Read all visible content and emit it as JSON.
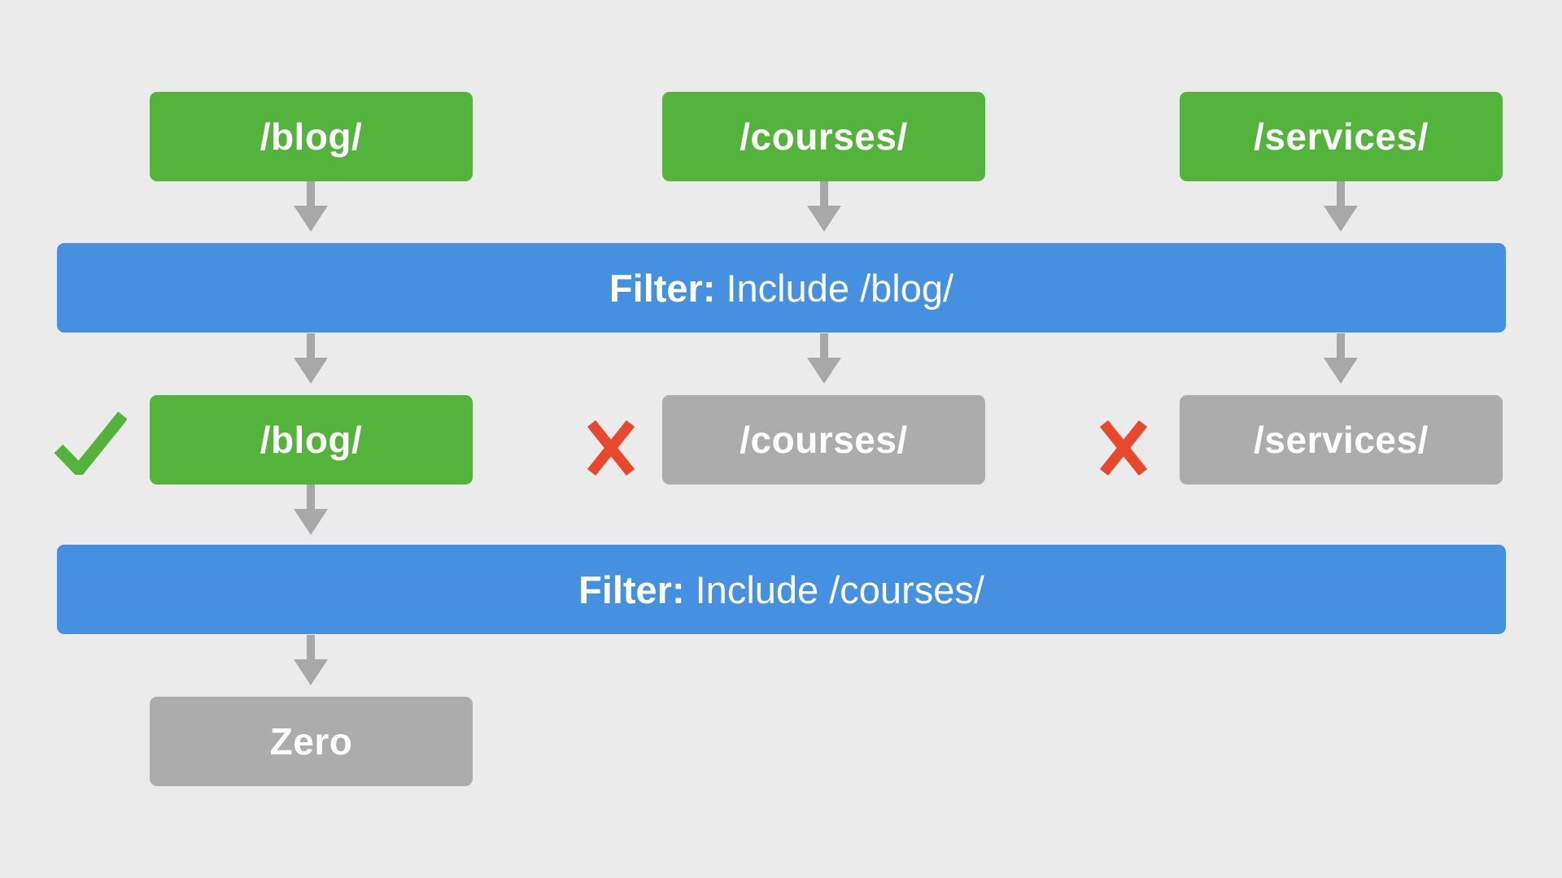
{
  "title": "URL include filter flow diagram",
  "colors": {
    "background": "#ebebeb",
    "green": "#54b33a",
    "blue": "#4590e0",
    "gray": "#acacac",
    "arrow": "#a8a8a8",
    "red": "#e8482b",
    "text": "#ffffff"
  },
  "icons": {
    "arrow": "arrow-down-icon",
    "pass": "check-icon",
    "fail": "cross-icon"
  },
  "source_row": {
    "items": [
      {
        "label": "/blog/"
      },
      {
        "label": "/courses/"
      },
      {
        "label": "/services/"
      }
    ]
  },
  "filters": [
    {
      "bold": "Filter:",
      "text": "Include /blog/"
    },
    {
      "bold": "Filter:",
      "text": "Include /courses/"
    }
  ],
  "result_row": {
    "items": [
      {
        "label": "/blog/",
        "status": "included",
        "mark": "check-icon"
      },
      {
        "label": "/courses/",
        "status": "excluded",
        "mark": "cross-icon"
      },
      {
        "label": "/services/",
        "status": "excluded",
        "mark": "cross-icon"
      }
    ]
  },
  "final_row": {
    "items": [
      {
        "label": "Zero",
        "status": "empty"
      }
    ]
  }
}
